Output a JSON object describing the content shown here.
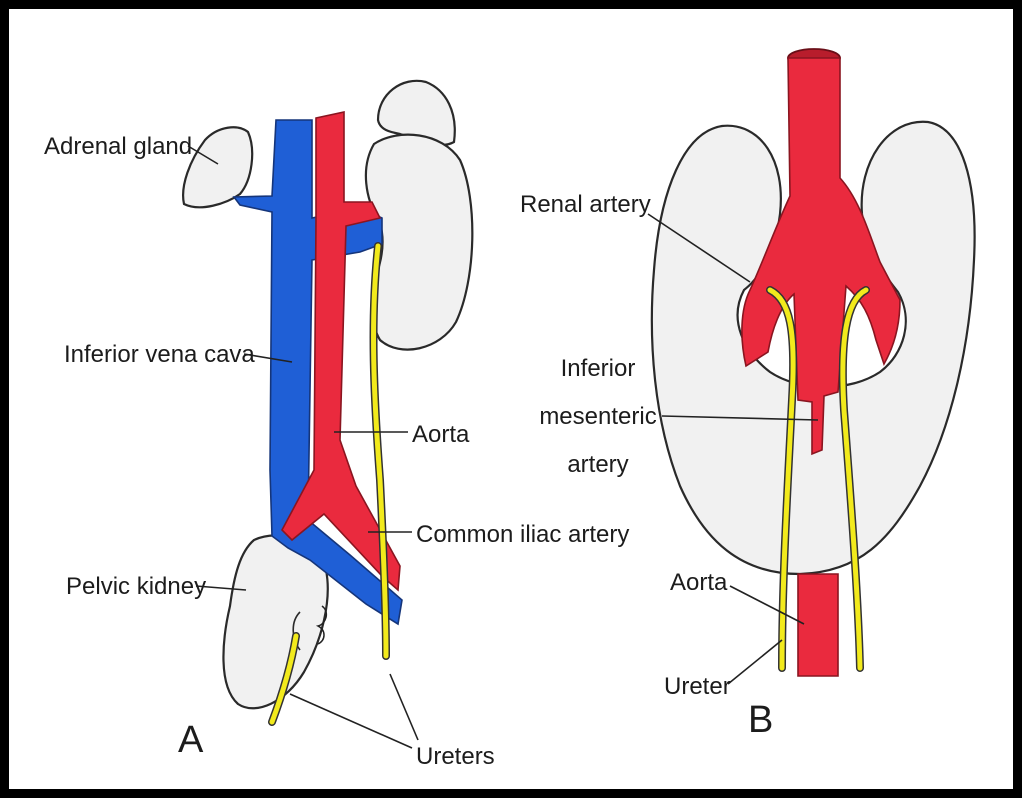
{
  "colors": {
    "vein": "#1f5fd6",
    "artery": "#ea2a3e",
    "ureter": "#f2ea1c",
    "organ": "#f1f1f1",
    "frame": "#000000"
  },
  "panel_a": {
    "letter": "A",
    "labels": {
      "adrenal_gland": "Adrenal gland",
      "inferior_vena_cava": "Inferior vena cava",
      "aorta": "Aorta",
      "common_iliac_artery": "Common iliac artery",
      "pelvic_kidney": "Pelvic kidney",
      "ureters": "Ureters"
    }
  },
  "panel_b": {
    "letter": "B",
    "labels": {
      "renal_artery": "Renal artery",
      "inferior_mesenteric_artery": [
        "Inferior",
        "mesenteric",
        "artery"
      ],
      "aorta": "Aorta",
      "ureter": "Ureter"
    }
  }
}
